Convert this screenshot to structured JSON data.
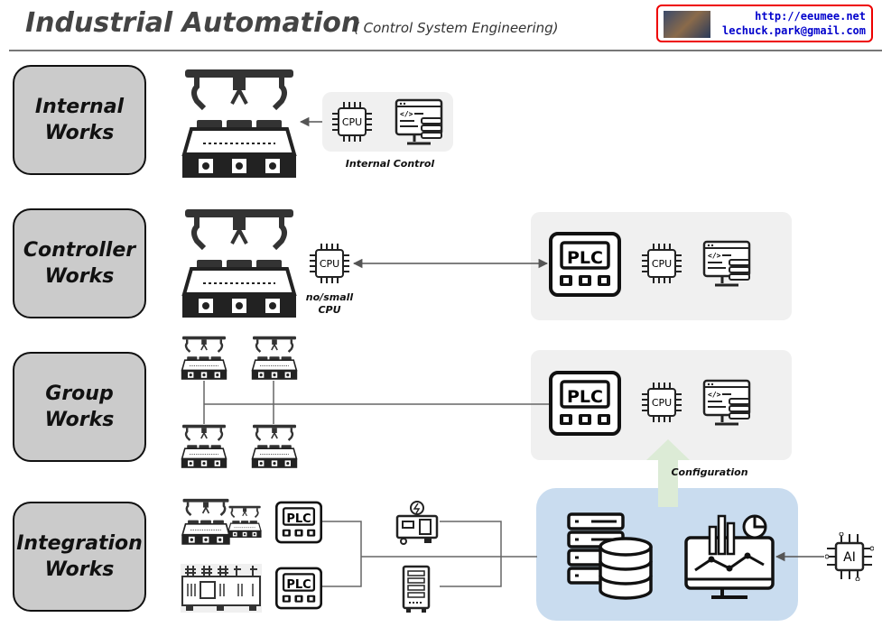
{
  "header": {
    "title": "Industrial Automation",
    "subtitle": "( Control System Engineering)"
  },
  "contact": {
    "url": "http://eeumee.net",
    "email": "lechuck.park@gmail.com"
  },
  "rows": [
    {
      "label_line1": "Internal",
      "label_line2": "Works"
    },
    {
      "label_line1": "Controller",
      "label_line2": "Works"
    },
    {
      "label_line1": "Group",
      "label_line2": "Works"
    },
    {
      "label_line1": "Integration",
      "label_line2": "Works"
    }
  ],
  "captions": {
    "internal_control": "Internal Control",
    "no_small_cpu_1": "no/small",
    "no_small_cpu_2": "CPU",
    "configuration": "Configuration"
  },
  "icon_text": {
    "cpu": "CPU",
    "plc": "PLC",
    "ai": "AI"
  },
  "colors": {
    "integration_panel": "#c9dcef",
    "config_arrow": "#dcebd6",
    "contact_border": "#ee0000",
    "link": "#0000cc"
  }
}
